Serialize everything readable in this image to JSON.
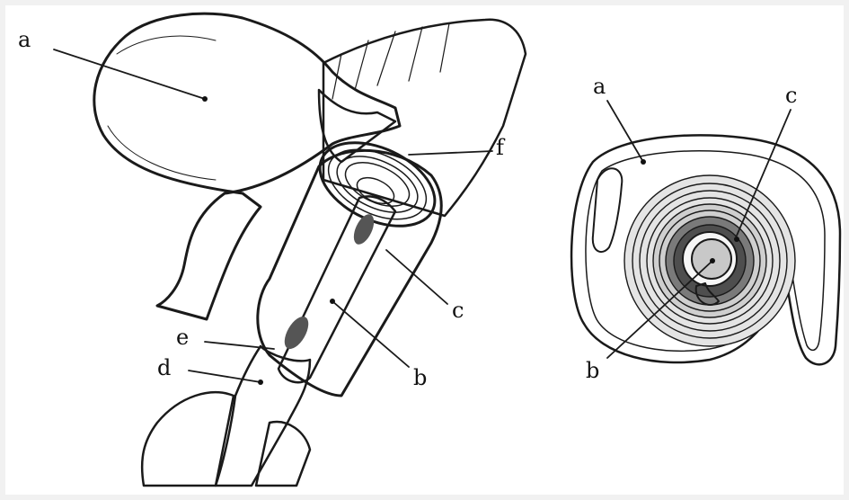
{
  "left_figure": {
    "labels": {
      "a": "a",
      "b": "b",
      "c": "c",
      "d": "d",
      "e": "e",
      "f": "f"
    }
  },
  "right_figure": {
    "labels": {
      "a": "a",
      "b": "b",
      "c": "c"
    }
  },
  "colors": {
    "background": "#f1f1f1",
    "paper": "#ffffff",
    "ink": "#1a1a1a",
    "light_tone": "#e4e4e4",
    "mid_tone": "#bdbdbd",
    "dark_tone": "#555555"
  }
}
